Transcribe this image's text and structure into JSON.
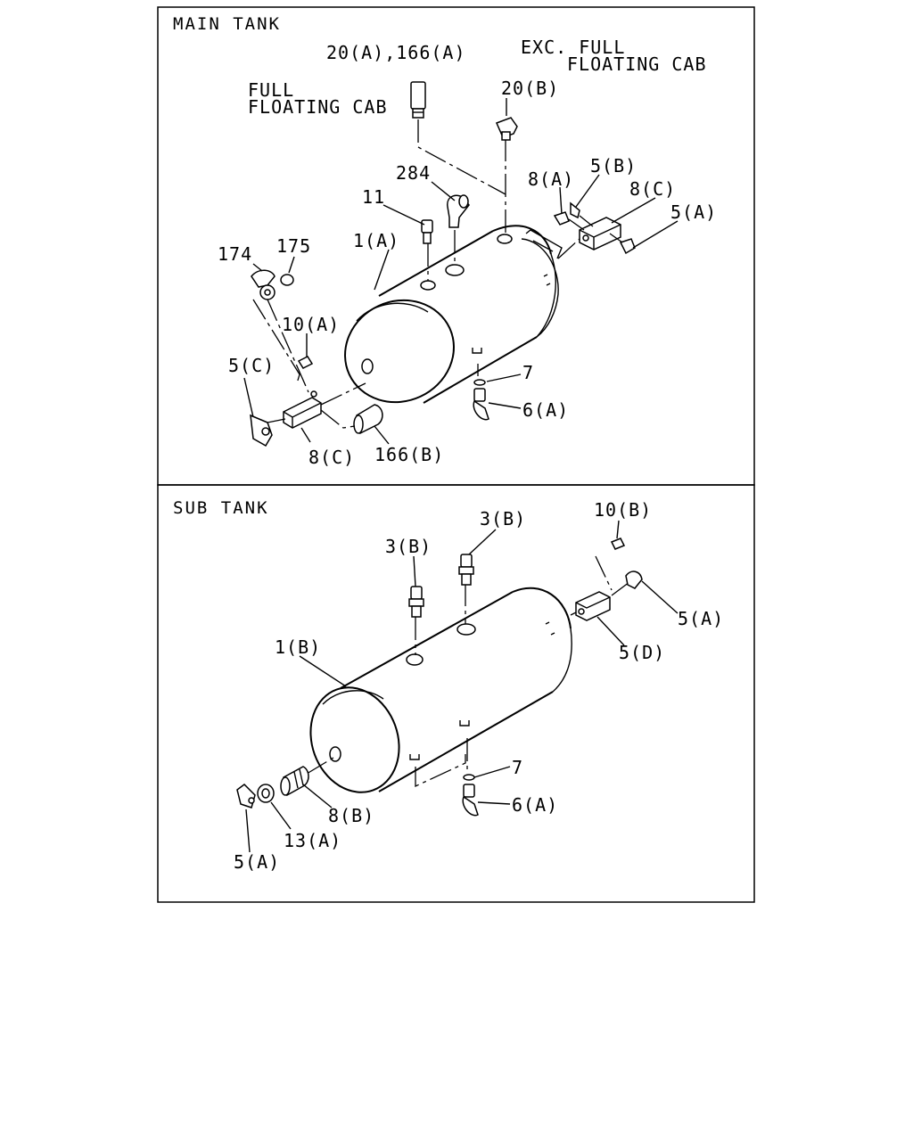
{
  "panels": {
    "main": {
      "title": "MAIN TANK"
    },
    "sub": {
      "title": "SUB TANK"
    }
  },
  "notes": {
    "full_floating_line1": "FULL",
    "full_floating_line2": "FLOATING CAB",
    "exc_full_line1": "EXC. FULL",
    "exc_full_line2": "FLOATING CAB"
  },
  "main_labels": {
    "p20a_166a": "20(A),166(A)",
    "p20b": "20(B)",
    "p284": "284",
    "p11": "11",
    "p8a": "8(A)",
    "p5b": "5(B)",
    "p8c_top": "8(C)",
    "p5a": "5(A)",
    "p174": "174",
    "p175": "175",
    "p1a": "1(A)",
    "p10a": "10(A)",
    "p5c": "5(C)",
    "p7": "7",
    "p6a": "6(A)",
    "p8c_bottom": "8(C)",
    "p166b": "166(B)"
  },
  "sub_labels": {
    "p3b_left": "3(B)",
    "p3b_right": "3(B)",
    "p10b": "10(B)",
    "p5a_right": "5(A)",
    "p1b": "1(B)",
    "p5d": "5(D)",
    "p7": "7",
    "p6a": "6(A)",
    "p8b": "8(B)",
    "p13a": "13(A)",
    "p5a_bottom": "5(A)"
  }
}
